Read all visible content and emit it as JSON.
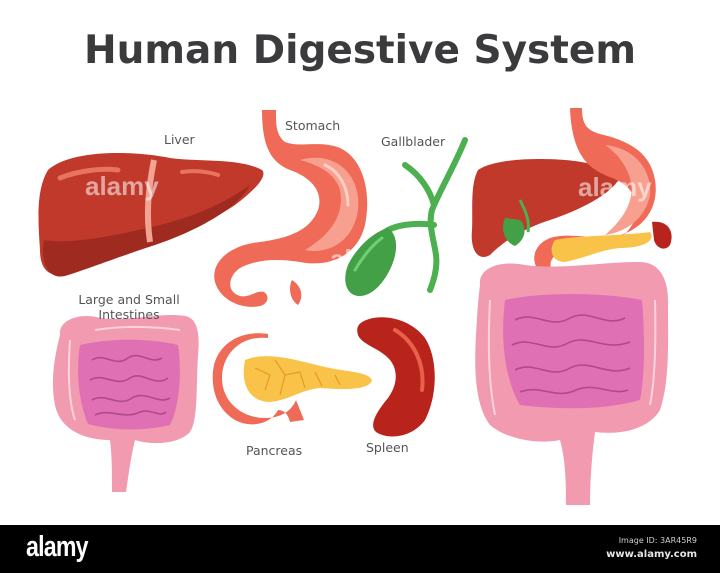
{
  "title": "Human Digestive System",
  "labels": {
    "liver": "Liver",
    "stomach": "Stomach",
    "gallbladder": "Gallblader",
    "intestines_line1": "Large and Small",
    "intestines_line2": "Intestines",
    "pancreas": "Pancreas",
    "spleen": "Spleen"
  },
  "watermark": "alamy",
  "footer": {
    "logo": "alamy",
    "image_id": "Image ID: 3AR45R9",
    "url": "www.alamy.com"
  },
  "colors": {
    "title": "#3b3b3d",
    "label": "#555559",
    "liver": "#c0392b",
    "liver_dark": "#9e2a20",
    "stomach": "#f0705e",
    "stomach_light": "#f7a08f",
    "gallbladder": "#4caf50",
    "intestine_large": "#f29ab0",
    "intestine_small": "#e070b4",
    "pancreas": "#f9c34a",
    "spleen": "#b8241c",
    "footer_bg": "#000000"
  }
}
